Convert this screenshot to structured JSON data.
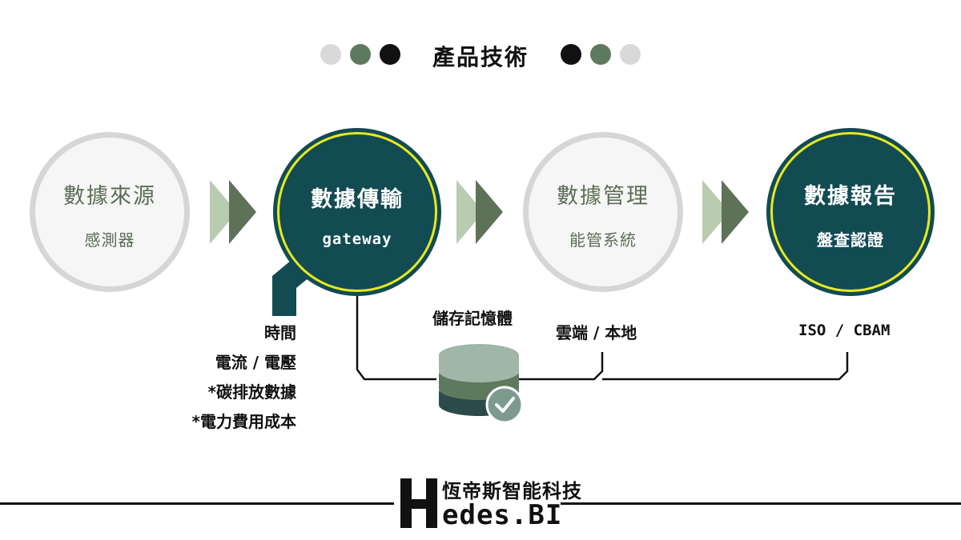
{
  "header": {
    "title": "產品技術",
    "dot_colors_left": [
      "#d9d9d9",
      "#5e7a5e",
      "#111111"
    ],
    "dot_colors_right": [
      "#111111",
      "#5e7a5e",
      "#d9d9d9"
    ]
  },
  "flow": {
    "steps": [
      {
        "title": "數據來源",
        "subtitle": "感測器",
        "style": "light"
      },
      {
        "title": "數據傳輸",
        "subtitle": "gateway",
        "style": "dark"
      },
      {
        "title": "數據管理",
        "subtitle": "能管系統",
        "style": "light"
      },
      {
        "title": "數據報告",
        "subtitle": "盤查認證",
        "style": "dark"
      }
    ],
    "arrow_colors": {
      "light": "#b9ccb0",
      "dark": "#5e7257"
    }
  },
  "source_metrics": [
    "時間",
    "電流 / 電壓",
    "*碳排放數據",
    "*電力費用成本"
  ],
  "storage": {
    "label": "儲存記憶體",
    "icon": "database-check-icon",
    "layer_colors": [
      "#9fb6a8",
      "#5e7a5e",
      "#2d4a4a"
    ],
    "check_color": "#7d9a8f"
  },
  "deployment_label": "雲端 / 本地",
  "report_standards": "ISO / CBAM",
  "footer": {
    "company_name": "恆帝斯智能科技",
    "brand": "edes.BI",
    "logo_icon": "hedes-h-logo-icon"
  },
  "colors": {
    "dark_teal": "#134b53",
    "accent_yellow": "#e7ea1f",
    "muted_green": "#5b6d55",
    "light_ring": "#d6d6d6"
  }
}
